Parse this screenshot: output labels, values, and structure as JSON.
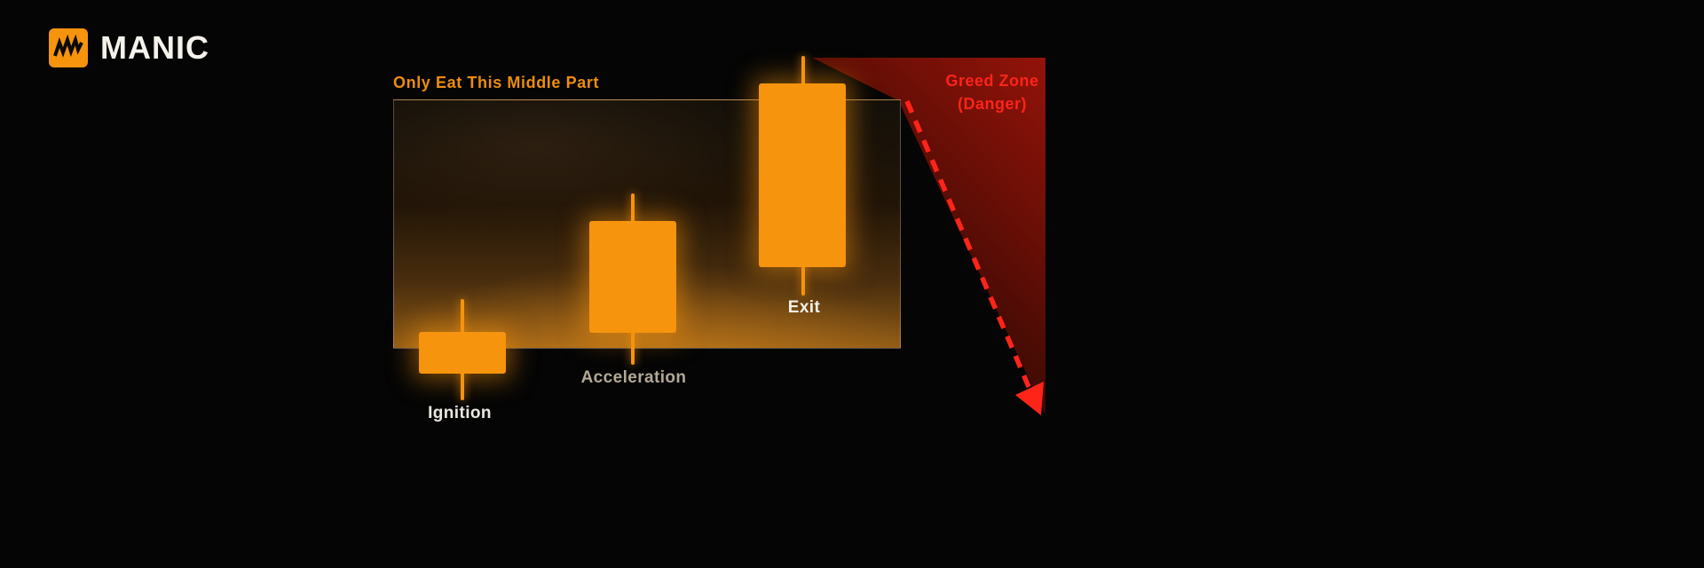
{
  "brand": {
    "name": "MANIC"
  },
  "chart": {
    "title": "Only Eat This Middle Part",
    "candles": [
      {
        "label": "Ignition"
      },
      {
        "label": "Acceleration"
      },
      {
        "label": "Exit"
      }
    ]
  },
  "greed_zone": {
    "title": "Greed Zone",
    "subtitle": "(Danger)"
  },
  "colors": {
    "accent_orange": "#f6940d",
    "title_orange": "#ee8d0e",
    "danger_red": "#ff2418",
    "background": "#050505",
    "label_white": "#ece7e1",
    "label_grey": "#b3a896"
  }
}
